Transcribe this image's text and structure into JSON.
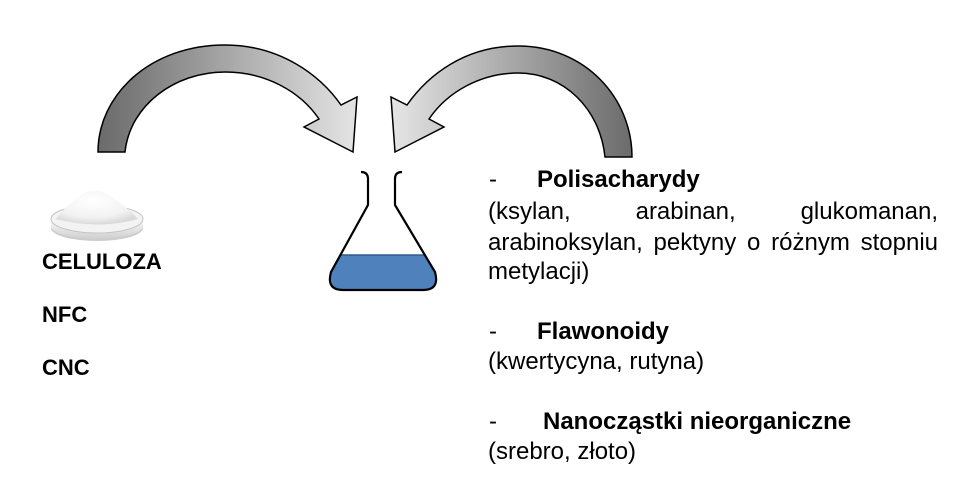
{
  "left_column": {
    "items": [
      "CELULOZA",
      "NFC",
      "CNC"
    ]
  },
  "right_column": {
    "groups": [
      {
        "bullet": "-",
        "heading": "Polisacharydy",
        "detail_lines": [
          "(ksylan, arabinan, glukomanan,",
          "arabinoksylan, pektyny o różnym stopniu",
          "metylacji)"
        ]
      },
      {
        "bullet": "-",
        "heading": "Flawonoidy",
        "detail_lines": [
          "(kwertycyna, rutyna)"
        ]
      },
      {
        "bullet": "-",
        "heading": "Nanocząstki nieorganiczne",
        "detail_lines": [
          "(srebro, złoto)"
        ]
      }
    ]
  },
  "icons": {
    "left_arrow": "curved-arrow-icon",
    "right_arrow": "curved-arrow-icon",
    "flask": "erlenmeyer-flask-icon",
    "dish": "powder-petri-dish-icon"
  },
  "colors": {
    "arrow_dark": "#6b6b6b",
    "arrow_mid": "#a8a8a8",
    "arrow_light": "#e6e6e6",
    "outline": "#000000",
    "liquid": "#4f81bd",
    "liquid_edge": "#2f5b8f",
    "text": "#000000"
  }
}
